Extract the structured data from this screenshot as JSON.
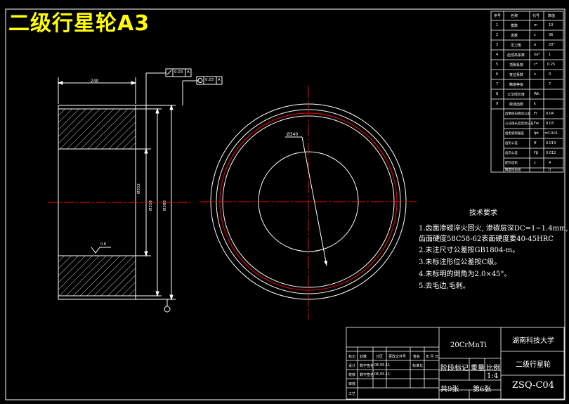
{
  "drawing_title": "二级行星轮A3",
  "dimensions": {
    "width_top": "240",
    "tol1": "0.03",
    "tol1_datum": "A",
    "tol2": "0.03",
    "tol2_datum": "A",
    "diameter": "Ø340",
    "roughness": "0.8",
    "dia_a": "Ø352",
    "dia_b": "Ø358",
    "dia_c": "Ø380"
  },
  "technical_requirements": {
    "heading": "技术要求",
    "items": [
      "1.齿面渗碳淬火回火, 渗碳层深DC=1~1.4mm,",
      "   齿面硬度58C58-62表面硬度要40-45HRC",
      "2.未注尺寸公差按GB1804-m。",
      "3.未标注形位公差按C级。",
      "4.未标明的倒角为2.0×45°。",
      "5.去毛边,毛刺。"
    ]
  },
  "parameter_table": {
    "header": [
      "序号",
      "名称",
      "代号",
      "数值"
    ],
    "rows": [
      [
        "1",
        "模数",
        "m",
        "10"
      ],
      [
        "2",
        "齿数",
        "z",
        "36"
      ],
      [
        "3",
        "压力角",
        "α",
        "20°"
      ],
      [
        "4",
        "齿顶高系数",
        "ha*",
        "1"
      ],
      [
        "5",
        "顶隙系数",
        "c*",
        "0.25"
      ],
      [
        "6",
        "变位系数",
        "x",
        "0"
      ],
      [
        "7",
        "精度等级",
        "",
        "7"
      ],
      [
        "8",
        "公法线长度",
        "Wk",
        ""
      ],
      [
        "9",
        "跨测齿数",
        "k",
        ""
      ]
    ],
    "lower_rows": [
      [
        "齿圈径向跳动公差",
        "Fr",
        "0.04"
      ],
      [
        "公法线长度变动公差",
        "Fw",
        "0.03"
      ],
      [
        "齿距极限偏差",
        "fpt",
        "±0.016"
      ],
      [
        "齿形公差",
        "ff",
        "0.014"
      ],
      [
        "齿向公差",
        "Fβ",
        "0.012"
      ],
      [
        "配对齿轮",
        "z",
        "4"
      ],
      [
        "精度检验组",
        "",
        "II"
      ]
    ]
  },
  "title_block": {
    "material": "20CrMnTi",
    "university": "湖南科技大学",
    "part_name": "二级行星轮",
    "drawing_no": "ZSQ-C04",
    "scale": "1:4",
    "sheets_total": "共9张",
    "sheet_no": "第6张",
    "stage_label": "阶段标记",
    "weight_label": "重量",
    "scale_label": "比例",
    "rows": [
      "标记",
      "处数",
      "分区",
      "更改文件号",
      "签名",
      "年 月 日"
    ],
    "sign_rows": [
      [
        "设计",
        "数字签名",
        "06.05.11",
        "标准化"
      ],
      [
        "校核",
        "数字签名",
        "06.05.11",
        ""
      ],
      [
        "审核",
        "",
        "",
        ""
      ],
      [
        "工艺",
        "",
        "",
        ""
      ]
    ]
  },
  "colors": {
    "background": "#000000",
    "line": "#ffffff",
    "centerline": "#ff0000",
    "title": "#ffff00"
  }
}
